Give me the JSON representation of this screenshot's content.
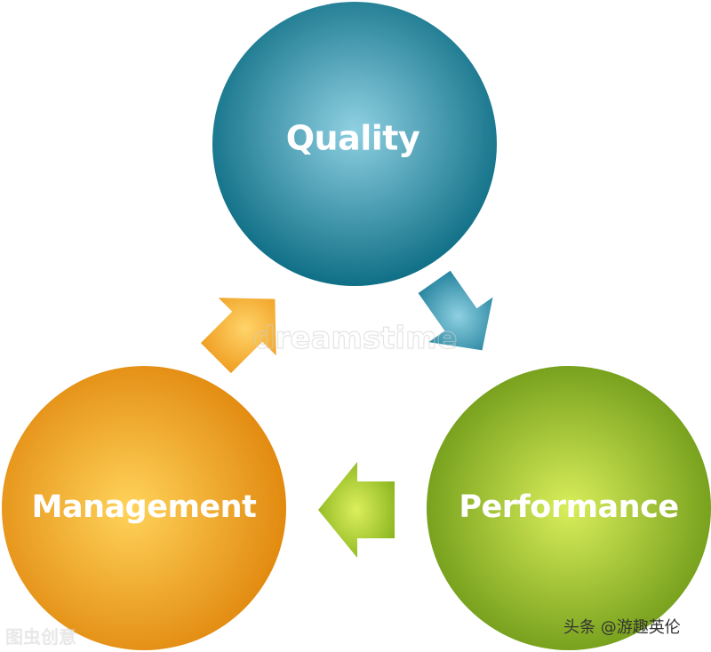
{
  "nodes": {
    "quality": {
      "label": "Quality",
      "color_dark": "#0f6f86",
      "color_light": "#8fd0e2"
    },
    "performance": {
      "label": "Performance",
      "color_dark": "#6f9a18",
      "color_light": "#d9ee5a"
    },
    "management": {
      "label": "Management",
      "color_dark": "#e28a10",
      "color_light": "#ffd35a"
    }
  },
  "arrows": {
    "quality_to_performance": {
      "color_dark": "#1d7e98",
      "color_light": "#8fd0e2"
    },
    "performance_to_management": {
      "color_dark": "#86b21c",
      "color_light": "#dcef5c"
    },
    "management_to_quality": {
      "color_dark": "#ee9a1c",
      "color_light": "#ffd46a"
    }
  },
  "watermarks": {
    "center": "dreamstime",
    "bottom_left": "图虫创意",
    "bottom_right": "头条 @游趣英伦"
  }
}
